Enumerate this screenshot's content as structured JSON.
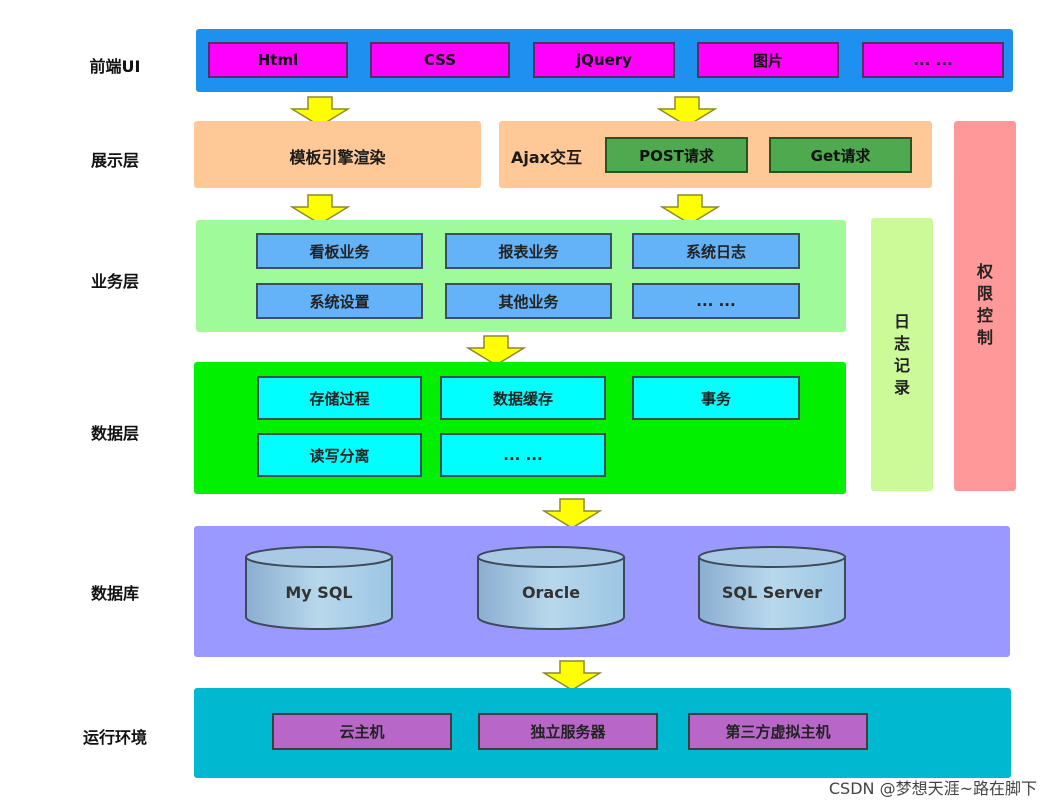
{
  "layers": {
    "frontend": {
      "label": "前端UI",
      "items": [
        "Html",
        "CSS",
        "jQuery",
        "图片",
        "... ..."
      ]
    },
    "presentation": {
      "label": "展示层",
      "template": "模板引擎渲染",
      "ajax_label": "Ajax交互",
      "requests": [
        "POST请求",
        "Get请求"
      ]
    },
    "business": {
      "label": "业务层",
      "items": [
        "看板业务",
        "报表业务",
        "系统日志",
        "系统设置",
        "其他业务",
        "... ..."
      ]
    },
    "data": {
      "label": "数据层",
      "items": [
        "存储过程",
        "数据缓存",
        "事务",
        "读写分离",
        "... ..."
      ]
    },
    "database": {
      "label": "数据库",
      "items": [
        "My SQL",
        "Oracle",
        "SQL Server"
      ]
    },
    "runtime": {
      "label": "运行环境",
      "items": [
        "云主机",
        "独立服务器",
        "第三方虚拟主机"
      ]
    }
  },
  "side_panels": {
    "logging": [
      "日",
      "志",
      "记",
      "录"
    ],
    "permission": [
      "权",
      "限",
      "控",
      "制"
    ]
  },
  "colors": {
    "frontend_band": "#1e90f0",
    "presentation_band": "#ffc896",
    "business_band": "#9ffa9a",
    "data_band": "#00f000",
    "database_band": "#9999ff",
    "runtime_band": "#00b8d0",
    "logging_panel": "#ccfa99",
    "permission_panel": "#ff9999",
    "arrow": "#ffff00"
  },
  "watermark": "CSDN @梦想天涯~路在脚下"
}
